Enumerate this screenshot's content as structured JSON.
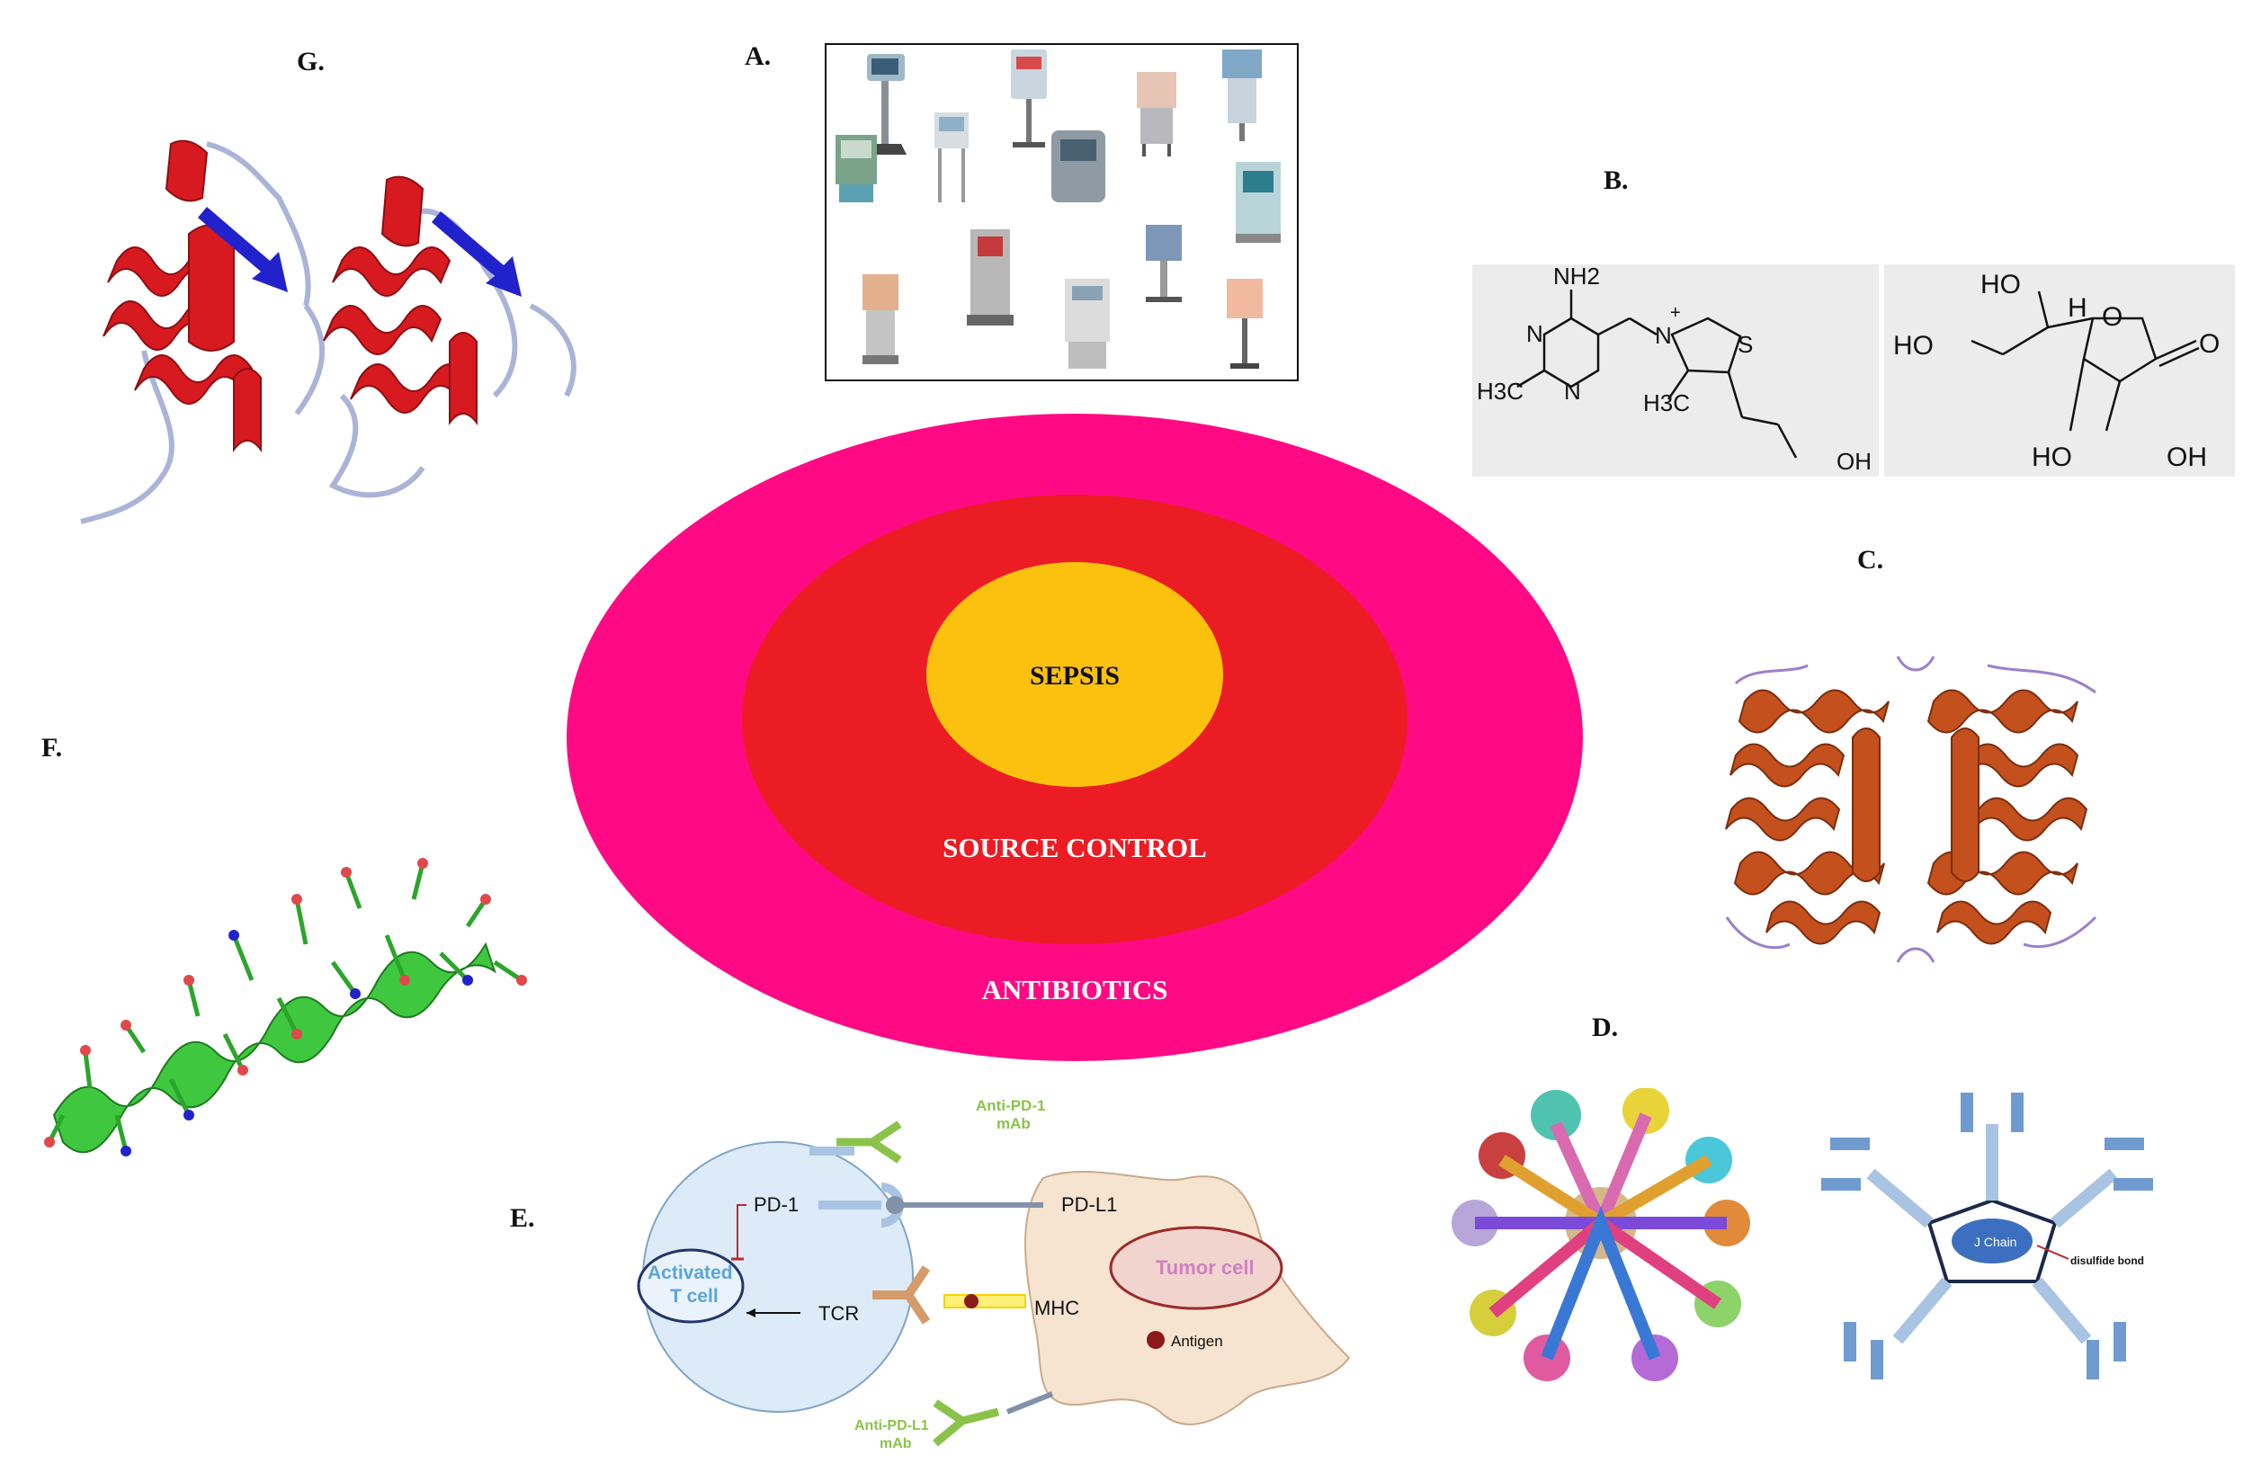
{
  "labels": {
    "a": "A.",
    "b": "B.",
    "c": "C.",
    "d": "D.",
    "e": "E.",
    "f": "F.",
    "g": "G."
  },
  "center": {
    "inner": "SEPSIS",
    "middle": "SOURCE CONTROL",
    "outer": "ANTIBIOTICS",
    "colors": {
      "outer": "#ff0a84",
      "middle": "#ec1c24",
      "inner": "#fcc10e"
    }
  },
  "molecules": {
    "thiamine": {
      "nh2": "NH2",
      "n1": "N",
      "n2": "N",
      "h3c_left": "H3C",
      "n_plus": "N",
      "plus": "+",
      "s": "S",
      "h3c_right": "H3C",
      "oh": "OH"
    },
    "ascorbic": {
      "ho_top": "HO",
      "h": "H",
      "ho_left": "HO",
      "o_ring": "O",
      "o_carbonyl": "O",
      "ho_bottom": "HO",
      "oh_bottom": "OH"
    }
  },
  "antibody": {
    "j_chain": "J Chain",
    "disulfide": "disulfide bond"
  },
  "checkpoint": {
    "anti_pd1_line1": "Anti-PD-1",
    "anti_pd1_line2": "mAb",
    "pd1": "PD-1",
    "pdl1": "PD-L1",
    "activated_line1": "Activated",
    "activated_line2": "T cell",
    "tcr": "TCR",
    "mhc": "MHC",
    "tumor": "Tumor cell",
    "antigen": "Antigen",
    "anti_pdl1_line1": "Anti-PD-L1",
    "anti_pdl1_line2": "mAb"
  }
}
